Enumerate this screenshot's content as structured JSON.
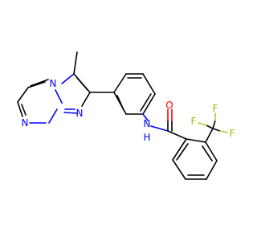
{
  "molecule": {
    "atom_labels": {
      "n_bridge": "N",
      "n_pyrimidine": "N",
      "n_imidazole": "N",
      "amide_n": "N",
      "amide_h": "H",
      "carbonyl_o": "O",
      "fluorine_top": "F",
      "fluorine_right": "F",
      "fluorine_left": "F"
    },
    "colors": {
      "carbon_bond": "#000000",
      "nitrogen": "#0000ff",
      "oxygen": "#ff0000",
      "fluorine": "#b3cc33"
    }
  }
}
